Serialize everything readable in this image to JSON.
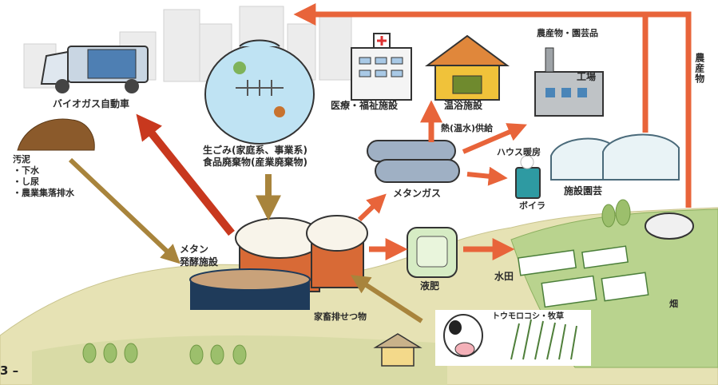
{
  "labels": {
    "biogas_vehicle": "バイオガス自動車",
    "sludge_title": "汚泥",
    "sludge_items": [
      "・下水",
      "・し尿",
      "・農業集落排水"
    ],
    "food_waste_line1": "生ごみ(家庭系、事業系)",
    "food_waste_line2": "食品廃棄物(産業廃棄物)",
    "methane_plant_line1": "メタン",
    "methane_plant_line2": "発酵施設",
    "medical": "医療・福祉施設",
    "bath": "温浴施設",
    "heat_supply": "熱(温水)供給",
    "factory": "工場",
    "crops_top": "農産物・園芸品",
    "crops_vertical": "農産物",
    "house_heating": "ハウス暖房",
    "boiler": "ボイラ",
    "greenhouse": "施設園芸",
    "methane_gas": "メタンガス",
    "liquid_fertilizer": "液肥",
    "paddy": "水田",
    "livestock": "家畜排せつ物",
    "corn": "トウモロコシ・牧草",
    "field": "畑",
    "page_fragment": "3 –"
  },
  "colors": {
    "orange_arrow": "#e8643a",
    "red_arrow": "#c8381e",
    "brown_arrow": "#a8843c",
    "hill": "#e6e2b4",
    "field_green": "#b9d38e"
  }
}
